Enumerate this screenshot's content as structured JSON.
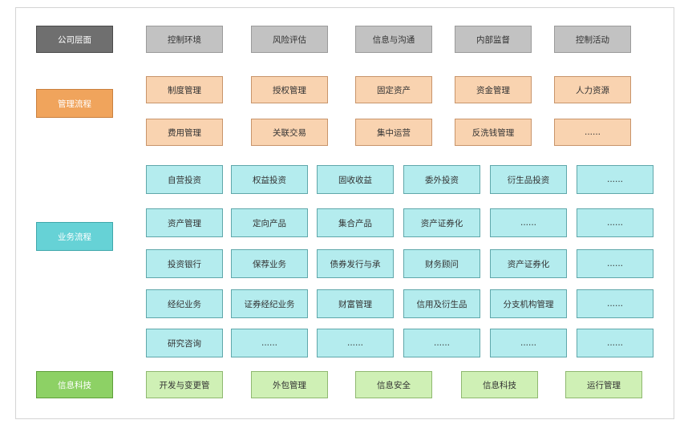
{
  "colors": {
    "gray_label": "#6f6f6f",
    "gray_box": "#c2c2c2",
    "orange_label": "#f0a45c",
    "orange_box": "#f9d3b0",
    "cyan_label": "#66d2d6",
    "cyan_box": "#b4ecee",
    "green_label": "#8dd165",
    "green_box": "#cff0b5"
  },
  "company": {
    "label": "公司层面",
    "items": [
      "控制环境",
      "风险评估",
      "信息与沟通",
      "内部监督",
      "控制活动"
    ]
  },
  "management": {
    "label": "管理流程",
    "rows": [
      [
        "制度管理",
        "授权管理",
        "固定资产",
        "资金管理",
        "人力资源"
      ],
      [
        "费用管理",
        "关联交易",
        "集中运营",
        "反洗钱管理",
        "......"
      ]
    ]
  },
  "business": {
    "label": "业务流程",
    "rows": [
      [
        "自营投资",
        "权益投资",
        "固收收益",
        "委外投资",
        "衍生品投资",
        "......"
      ],
      [
        "资产管理",
        "定向产品",
        "集合产品",
        "资产证券化",
        "......",
        "......"
      ],
      [
        "投资银行",
        "保荐业务",
        "债券发行与承",
        "财务顾问",
        "资产证券化",
        "......"
      ],
      [
        "经纪业务",
        "证券经纪业务",
        "财富管理",
        "信用及衍生品",
        "分支机构管理",
        "......"
      ],
      [
        "研究咨询",
        "......",
        "......",
        "......",
        "......",
        "......"
      ]
    ]
  },
  "it": {
    "label": "信息科技",
    "items": [
      "开发与变更管",
      "外包管理",
      "信息安全",
      "信息科技",
      "运行管理"
    ]
  }
}
